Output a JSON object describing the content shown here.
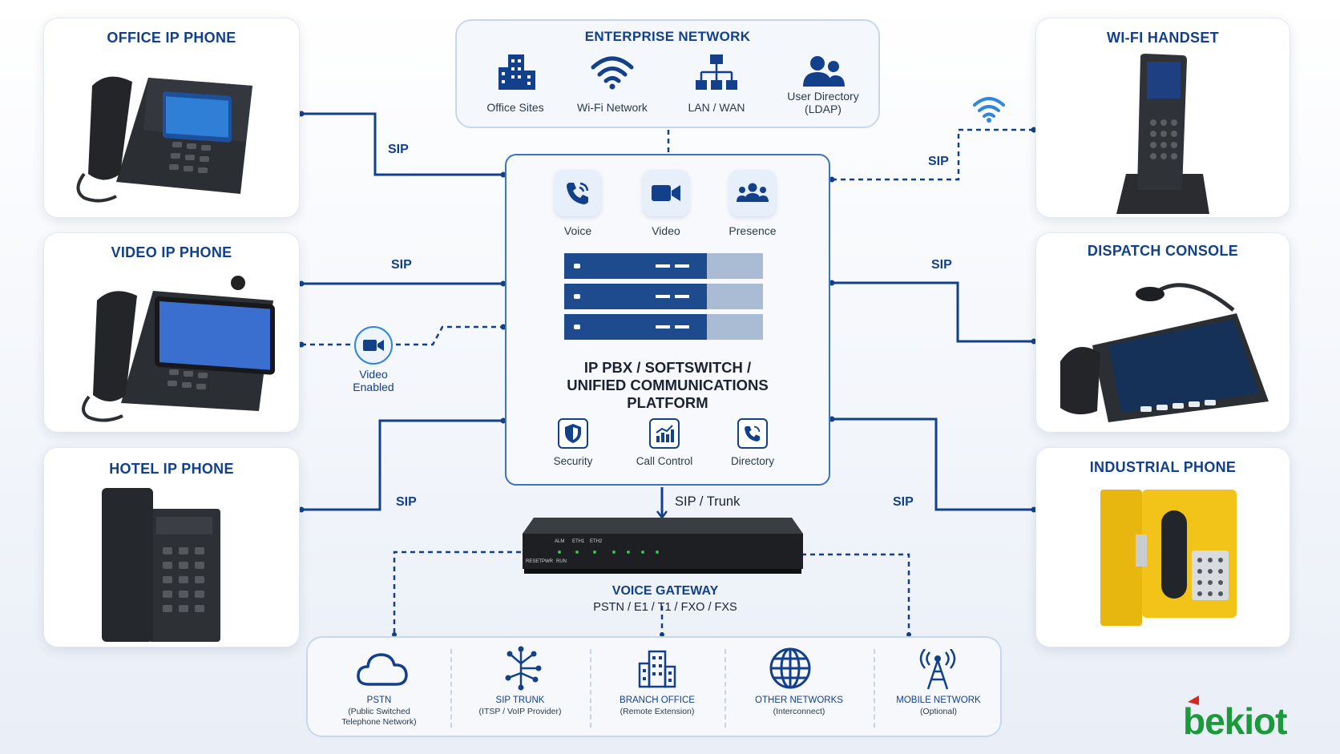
{
  "enterprise": {
    "title": "ENTERPRISE NETWORK",
    "items": [
      "Office Sites",
      "Wi-Fi Network",
      "LAN / WAN",
      "User Directory",
      "(LDAP)"
    ]
  },
  "endpoints": {
    "office": "OFFICE IP PHONE",
    "video": "VIDEO IP PHONE",
    "hotel": "HOTEL IP PHONE",
    "wifi": "WI-FI HANDSET",
    "dispatch": "DISPATCH CONSOLE",
    "industrial": "INDUSTRIAL PHONE"
  },
  "links": {
    "sip": "SIP",
    "sip_trunk": "SIP / Trunk",
    "video_enabled_1": "Video",
    "video_enabled_2": "Enabled"
  },
  "core": {
    "services": [
      "Voice",
      "Video",
      "Presence"
    ],
    "title_lines": [
      "IP PBX / SOFTSWITCH /",
      "UNIFIED COMMUNICATIONS",
      "PLATFORM"
    ],
    "features": [
      "Security",
      "Call Control",
      "Directory"
    ]
  },
  "gateway": {
    "title": "VOICE GATEWAY",
    "subtitle": "PSTN / E1 / T1 / FXO / FXS",
    "panel_labels": [
      "ALM",
      "ETH1",
      "ETH2",
      "RESET",
      "PWR",
      "RUN"
    ]
  },
  "networks": [
    {
      "name": "PSTN",
      "sub": [
        "(Public Switched",
        "Telephone Network)"
      ]
    },
    {
      "name": "SIP TRUNK",
      "sub": [
        "(ITSP / VoIP Provider)"
      ]
    },
    {
      "name": "BRANCH OFFICE",
      "sub": [
        "(Remote Extension)"
      ]
    },
    {
      "name": "OTHER NETWORKS",
      "sub": [
        "(Interconnect)"
      ]
    },
    {
      "name": "MOBILE NETWORK",
      "sub": [
        "(Optional)"
      ]
    }
  ],
  "brand": {
    "logo_text": "bekiot",
    "colors": {
      "primary": "#12408a",
      "accent": "#1a9a3a",
      "logo_red": "#d6281f"
    }
  }
}
